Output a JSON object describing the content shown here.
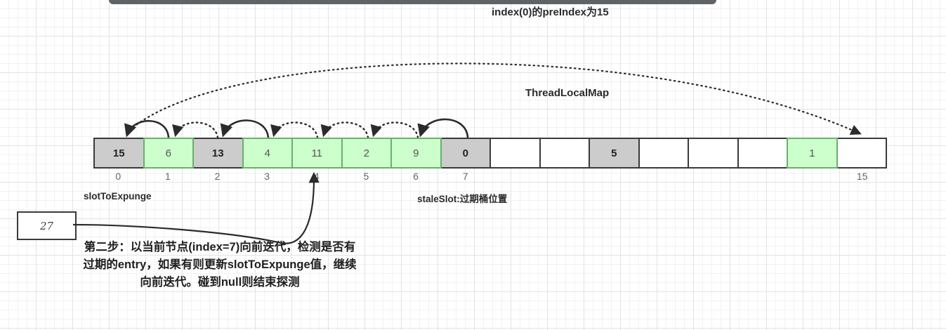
{
  "diagram": {
    "top_title": "index(0)的preIndex为15",
    "map_label": "ThreadLocalMap",
    "labels": {
      "slot_to_expunge": "slotToExpunge",
      "stale_slot": "staleSlot:过期桶位置"
    },
    "note_box_value": "27",
    "bottom_text": "第二步：以当前节点(index=7)向前迭代，检测是否有过期的entry，如果有则更新slotToExpunge值，继续向前迭代。碰到null则结束探测",
    "colors": {
      "gray_cell": "#cccccc",
      "green_cell": "#ccffcc",
      "green_border": "#6ab06a",
      "cell_border": "#3a3a3a",
      "scrollbar": "#5f6368",
      "grid_line": "#e3e3e3"
    },
    "array": {
      "cells": [
        {
          "value": "15",
          "state": "gray"
        },
        {
          "value": "6",
          "state": "green"
        },
        {
          "value": "13",
          "state": "gray"
        },
        {
          "value": "4",
          "state": "green"
        },
        {
          "value": "11",
          "state": "green"
        },
        {
          "value": "2",
          "state": "green"
        },
        {
          "value": "9",
          "state": "green"
        },
        {
          "value": "0",
          "state": "gray"
        },
        {
          "value": "",
          "state": "empty"
        },
        {
          "value": "",
          "state": "empty"
        },
        {
          "value": "5",
          "state": "gray"
        },
        {
          "value": "",
          "state": "empty"
        },
        {
          "value": "",
          "state": "empty"
        },
        {
          "value": "",
          "state": "empty"
        },
        {
          "value": "1",
          "state": "green"
        },
        {
          "value": "",
          "state": "empty"
        }
      ],
      "index_labels": [
        "0",
        "1",
        "2",
        "3",
        "4",
        "5",
        "6",
        "7",
        "15"
      ],
      "index_positions": [
        0,
        1,
        2,
        3,
        4,
        5,
        6,
        7,
        15
      ]
    }
  }
}
